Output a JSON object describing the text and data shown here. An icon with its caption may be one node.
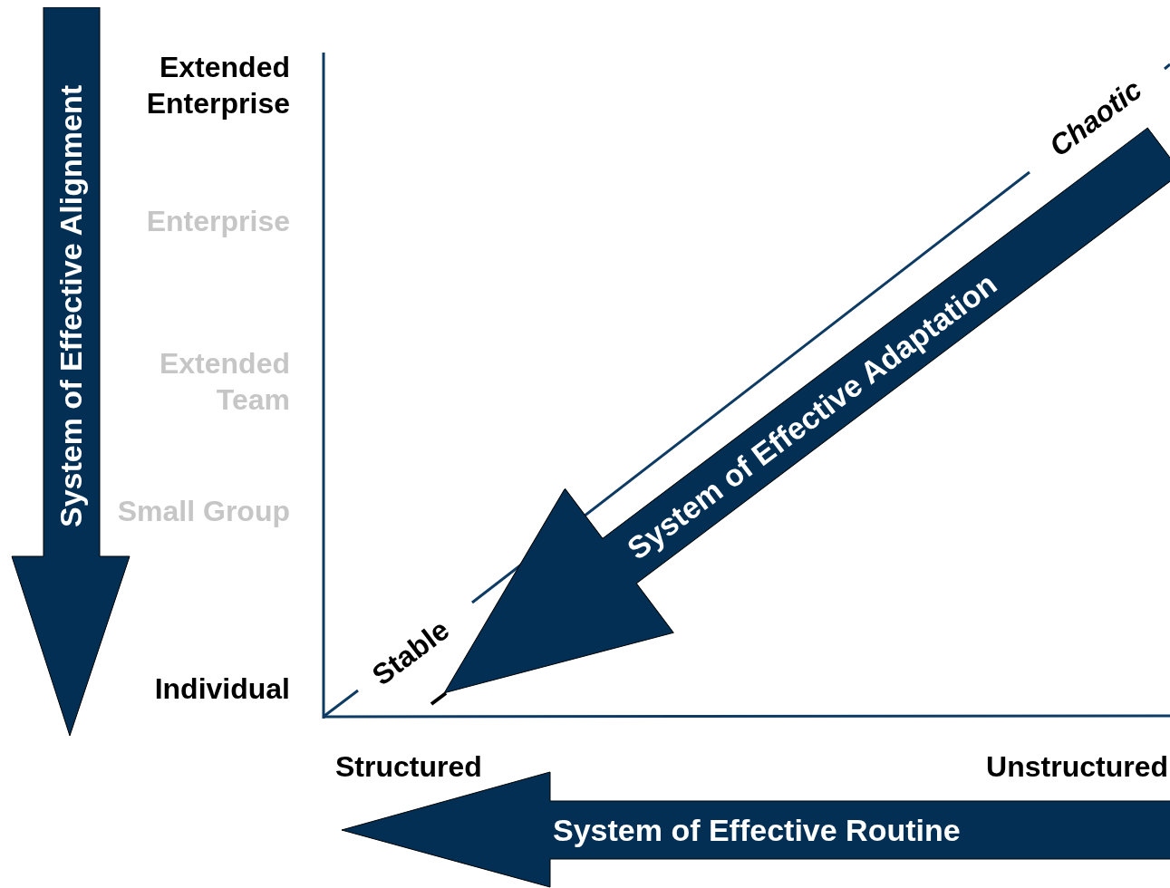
{
  "diagram": {
    "nodes": [
      {
        "text": [
          "System of Effective Alignment"
        ]
      },
      {
        "text": [
          "System of Effective Adaptation"
        ]
      },
      {
        "text": [
          "System of Effective Routine"
        ]
      }
    ],
    "labels": [
      "Extended Enterprise",
      "Enterprise",
      "Extended Team",
      "Small Group",
      "Individual",
      "Chaotic",
      "Stable",
      "Structured",
      "Unstructured"
    ]
  }
}
